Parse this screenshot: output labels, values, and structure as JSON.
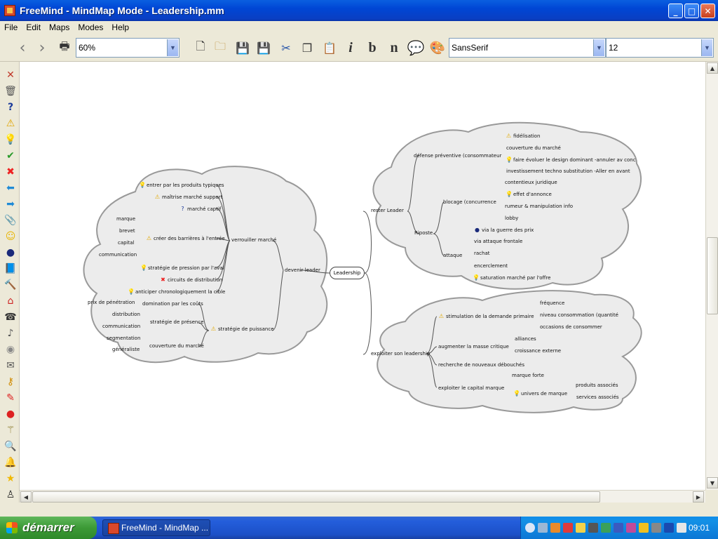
{
  "window": {
    "title": "FreeMind - MindMap Mode - Leadership.mm"
  },
  "menu": [
    "File",
    "Edit",
    "Maps",
    "Modes",
    "Help"
  ],
  "toolbar": {
    "zoom": "60%",
    "font": "SansSerif",
    "size": "12",
    "italic": "i",
    "bold": "b",
    "normal": "n"
  },
  "mindmap": {
    "root": "Leadership",
    "nodes": [
      {
        "t": "entrer par les produits typiques",
        "icon": "bulb"
      },
      {
        "t": "maîtrise marché support",
        "icon": "warn"
      },
      {
        "t": "marché captif",
        "icon": "help"
      },
      {
        "t": "marque",
        "icon": ""
      },
      {
        "t": "brevet",
        "icon": ""
      },
      {
        "t": "capital",
        "icon": ""
      },
      {
        "t": "communication",
        "icon": ""
      },
      {
        "t": "créer des barrières à l'entrée",
        "icon": "warn"
      },
      {
        "t": "verrouiller marché",
        "icon": ""
      },
      {
        "t": "stratégie de pression par l'aval",
        "icon": "bulb"
      },
      {
        "t": "circuits de distribution",
        "icon": "cross"
      },
      {
        "t": "anticiper chronologiquement la cible",
        "icon": "bulb"
      },
      {
        "t": "devenir leader",
        "icon": ""
      },
      {
        "t": "prix de pénétration",
        "icon": ""
      },
      {
        "t": "domination par les coûts",
        "icon": ""
      },
      {
        "t": "distribution",
        "icon": ""
      },
      {
        "t": "communication",
        "icon": ""
      },
      {
        "t": "stratégie de présence",
        "icon": ""
      },
      {
        "t": "stratégie de puissance",
        "icon": "warn"
      },
      {
        "t": "segmentation",
        "icon": ""
      },
      {
        "t": "généraliste",
        "icon": ""
      },
      {
        "t": "couverture du marché",
        "icon": ""
      },
      {
        "t": "fidélisation",
        "icon": "warn"
      },
      {
        "t": "couverture du marché",
        "icon": ""
      },
      {
        "t": "faire évoluer le design dominant -annuler av conc",
        "icon": "bulb"
      },
      {
        "t": "investissement techno substitution -Aller en avant",
        "icon": ""
      },
      {
        "t": "défense préventive (consommateur",
        "icon": ""
      },
      {
        "t": "contentieux juridique",
        "icon": ""
      },
      {
        "t": "effet d'annonce",
        "icon": "bulb"
      },
      {
        "t": "rumeur & manipulation info",
        "icon": ""
      },
      {
        "t": "lobby",
        "icon": ""
      },
      {
        "t": "blocage (concurrence",
        "icon": ""
      },
      {
        "t": "rester Leader",
        "icon": ""
      },
      {
        "t": "Riposte",
        "icon": ""
      },
      {
        "t": "via la guerre des prix",
        "icon": "ball"
      },
      {
        "t": "via attaque frontale",
        "icon": ""
      },
      {
        "t": "rachat",
        "icon": ""
      },
      {
        "t": "encerclement",
        "icon": ""
      },
      {
        "t": "saturation marché par l'offre",
        "icon": "bulb"
      },
      {
        "t": "attaque",
        "icon": ""
      },
      {
        "t": "stimulation de la demande primaire",
        "icon": "warn"
      },
      {
        "t": "fréquence",
        "icon": ""
      },
      {
        "t": "niveau consommation (quantité",
        "icon": ""
      },
      {
        "t": "occasions de consommer",
        "icon": ""
      },
      {
        "t": "alliances",
        "icon": ""
      },
      {
        "t": "augmenter la masse critique",
        "icon": ""
      },
      {
        "t": "croissance externe",
        "icon": ""
      },
      {
        "t": "recherche de nouveaux débouchés",
        "icon": ""
      },
      {
        "t": "exploiter son leadership",
        "icon": ""
      },
      {
        "t": "marque forte",
        "icon": ""
      },
      {
        "t": "exploiter le capital marque",
        "icon": ""
      },
      {
        "t": "univers de marque",
        "icon": "bulb"
      },
      {
        "t": "produits associés",
        "icon": ""
      },
      {
        "t": "services associés",
        "icon": ""
      }
    ]
  },
  "taskbar": {
    "start": "démarrer",
    "task": "FreeMind - MindMap ...",
    "clock": "09:01"
  }
}
